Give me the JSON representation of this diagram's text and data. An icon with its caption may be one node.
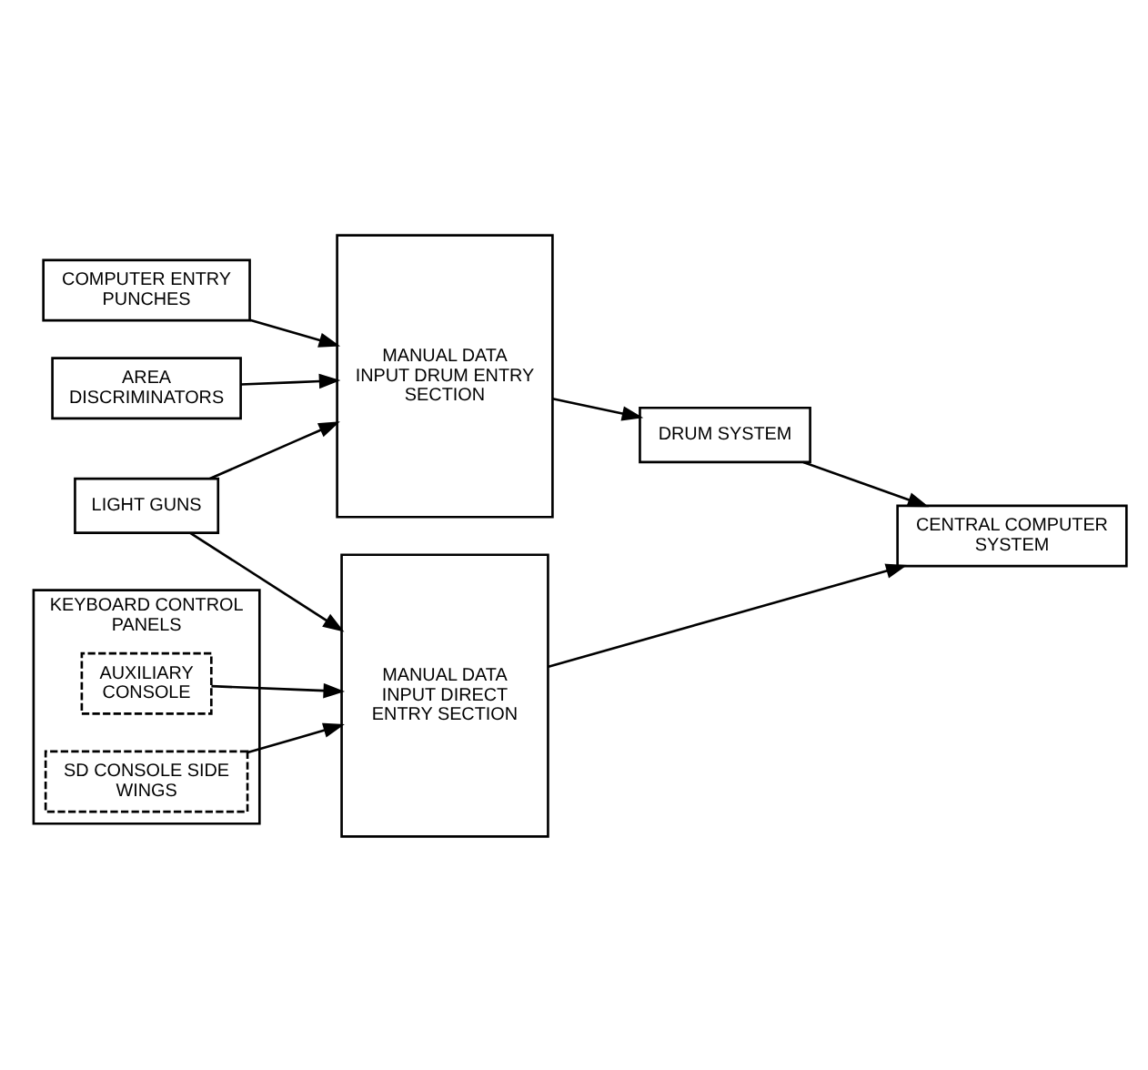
{
  "diagram": {
    "nodes": [
      {
        "text": [
          "COMPUTER ENTRY PUNCHES"
        ]
      },
      {
        "text": [
          "AREA DISCRIMINATORS"
        ]
      },
      {
        "text": [
          "LIGHT GUNS"
        ]
      },
      {
        "text": [
          "KEYBOARD CONTROL PANELS"
        ]
      },
      {
        "text": [
          "AUXILIARY CONSOLE"
        ],
        "in": 3
      },
      {
        "text": [
          "SD CONSOLE SIDE WINGS"
        ],
        "in": 3
      },
      {
        "text": [
          "MANUAL DATA INPUT DRUM ENTRY SECTION"
        ]
      },
      {
        "text": [
          "MANUAL DATA INPUT DIRECT ENTRY SECTION"
        ]
      },
      {
        "text": [
          "DRUM SYSTEM"
        ]
      },
      {
        "text": [
          "CENTRAL COMPUTER SYSTEM"
        ]
      }
    ],
    "edges": [
      {
        "from": 0,
        "to": 6,
        "arrow": "to"
      },
      {
        "from": 1,
        "to": 6,
        "arrow": "to"
      },
      {
        "from": 2,
        "to": 6,
        "arrow": "to"
      },
      {
        "from": 2,
        "to": 7,
        "arrow": "to"
      },
      {
        "from": 4,
        "to": 7,
        "arrow": "to"
      },
      {
        "from": 5,
        "to": 7,
        "arrow": "to"
      },
      {
        "from": 6,
        "to": 8,
        "arrow": "to"
      },
      {
        "from": 7,
        "to": 9,
        "arrow": "to"
      },
      {
        "from": 8,
        "to": 9,
        "arrow": "to"
      }
    ]
  }
}
